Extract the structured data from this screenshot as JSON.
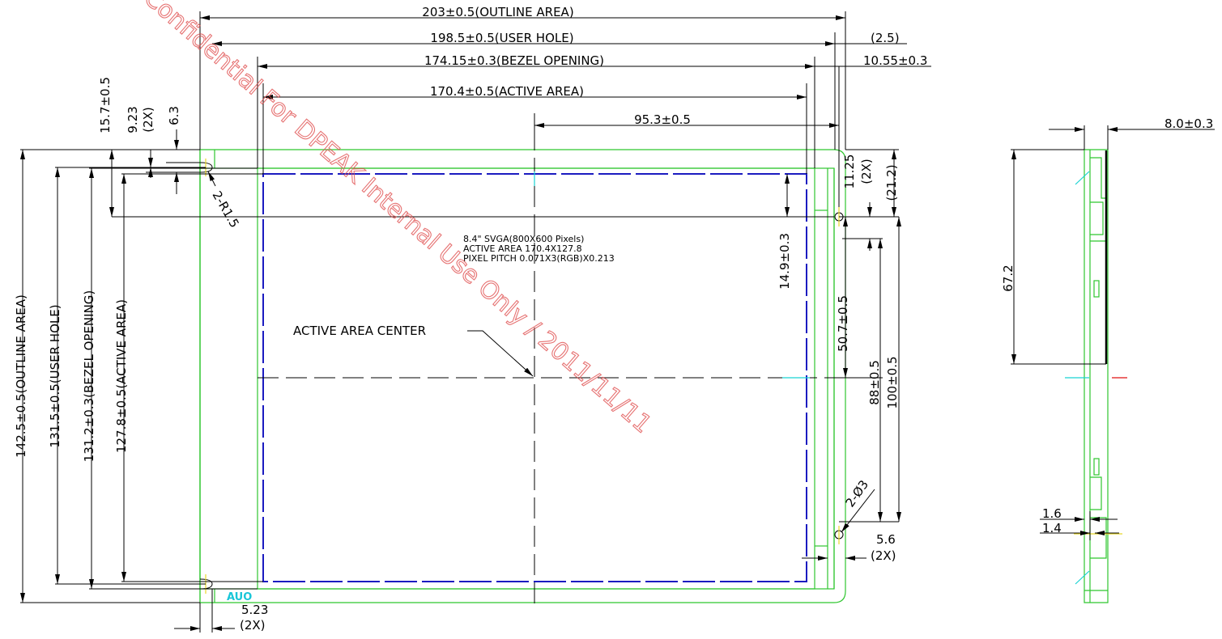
{
  "watermark": "Confidential For DPEAK Internal Use Only / 2011/11/11",
  "brand": "AUO",
  "notes": {
    "line1": "8.4\" SVGA(800X600 Pixels)",
    "line2": "ACTIVE AREA 170.4X127.8",
    "line3": "PIXEL PITCH 0.071X3(RGB)X0.213",
    "center_label": "ACTIVE AREA CENTER"
  },
  "dims": {
    "outline_w": "203±0.5(OUTLINE AREA)",
    "user_hole_w": "198.5±0.5(USER HOLE)",
    "bezel_w": "174.15±0.3(BEZEL OPENING)",
    "active_w": "170.4±0.5(ACTIVE AREA)",
    "center_x": "95.3±0.5",
    "right_gap": "(2.5)",
    "right_margin": "10.55±0.3",
    "outline_h": "142.5±0.5(OUTLINE AREA)",
    "user_hole_h": "131.5±0.5(USER HOLE)",
    "bezel_h": "131.2±0.3(BEZEL OPENING)",
    "active_h": "127.8±0.5(ACTIVE AREA)",
    "top_margin": "15.7±0.5",
    "hole_offset": "9.23",
    "hole_offset_qty": "(2X)",
    "top_small": "6.3",
    "radius": "2-R1.5",
    "active_top": "14.9±0.3",
    "hole_r_offset": "11.25",
    "hole_r_offset_qty": "(2X)",
    "right_top": "(21.2)",
    "center_y": "50.7±0.5",
    "hole_pitch": "88±0.5",
    "hole_total": "100±0.5",
    "hole_dia": "2-Ø3",
    "hole_edge": "5.6",
    "hole_edge_qty": "(2X)",
    "left_hole": "5.23",
    "left_hole_qty": "(2X)"
  },
  "side": {
    "thickness": "8.0±0.3",
    "height": "67.2",
    "t1": "1.6",
    "t2": "1.4"
  }
}
